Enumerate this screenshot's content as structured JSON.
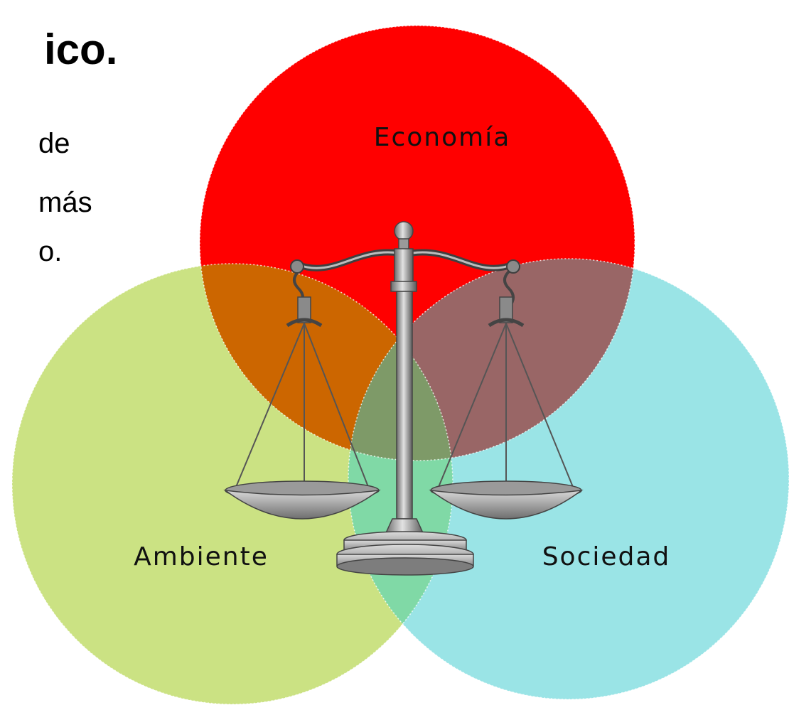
{
  "slide": {
    "heading": "ico.",
    "body_lines": [
      "de",
      "más",
      "o."
    ]
  },
  "diagram": {
    "type": "venn",
    "sets": [
      {
        "label": "Economía",
        "color": "#ff0000"
      },
      {
        "label": "Ambiente",
        "color": "#cbe283"
      },
      {
        "label": "Sociedad",
        "color": "#9ae4e6"
      }
    ],
    "overlap_colors": {
      "economia_ambiente": "#cc6600",
      "economia_sociedad": "#996666",
      "ambiente_sociedad": "#80d9a6",
      "center": "#7e9a68"
    },
    "center_graphic": "balance-scale-icon"
  }
}
